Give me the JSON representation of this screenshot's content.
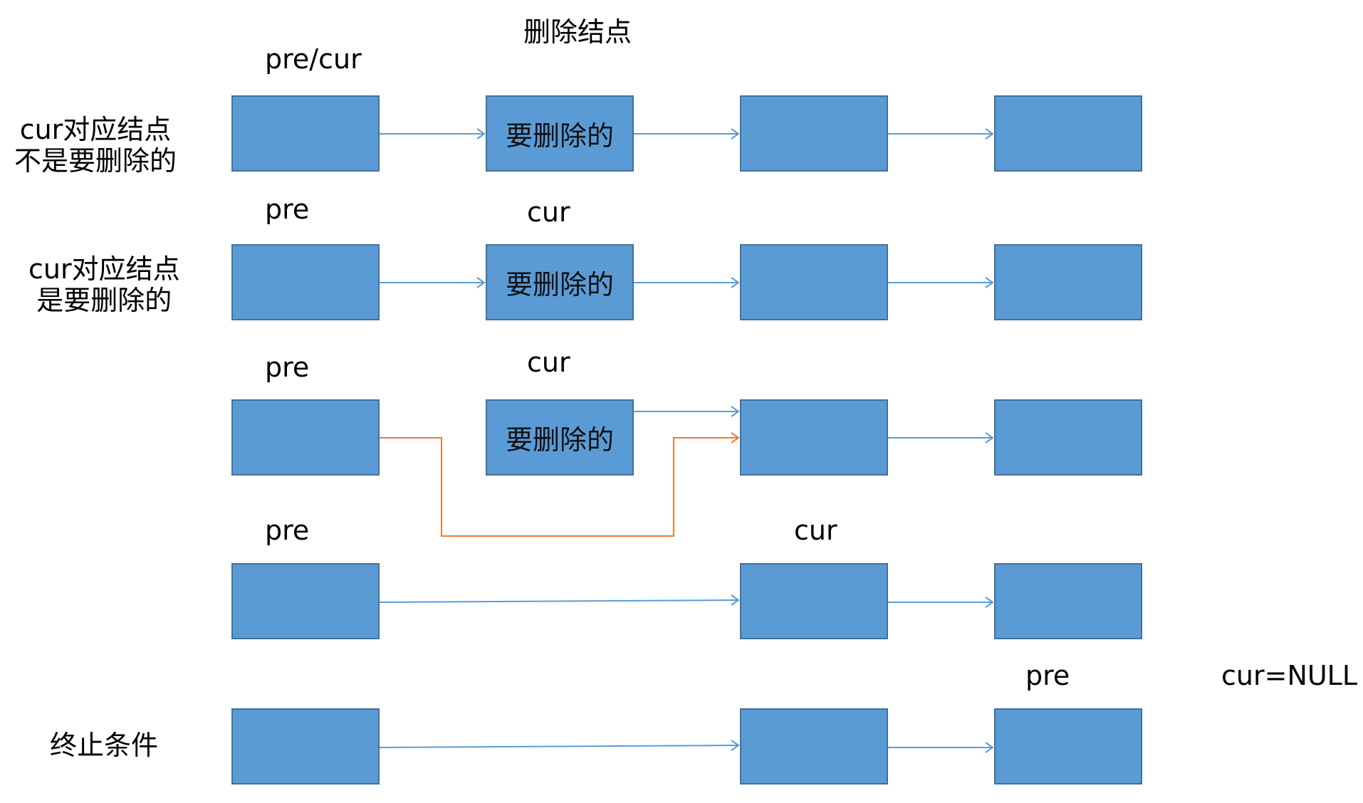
{
  "title": "删除结点",
  "colors": {
    "node_fill": "#5b9bd5",
    "node_border": "#41719c",
    "arrow": "#5b9bd5",
    "relink_arrow": "#ed7d31"
  },
  "rows": [
    {
      "side_text": [
        "cur对应结点",
        "不是要删除的"
      ],
      "pointer_labels": [
        "pre/cur"
      ],
      "node_text": "要删除的"
    },
    {
      "side_text": [
        "cur对应结点",
        "是要删除的"
      ],
      "pointer_labels": [
        "pre",
        "cur"
      ],
      "node_text": "要删除的"
    },
    {
      "pointer_labels": [
        "pre",
        "cur"
      ],
      "node_text": "要删除的"
    },
    {
      "pointer_labels": [
        "pre",
        "cur"
      ]
    },
    {
      "side_text": [
        "终止条件"
      ],
      "pointer_labels": [
        "pre",
        "cur=NULL"
      ]
    }
  ]
}
